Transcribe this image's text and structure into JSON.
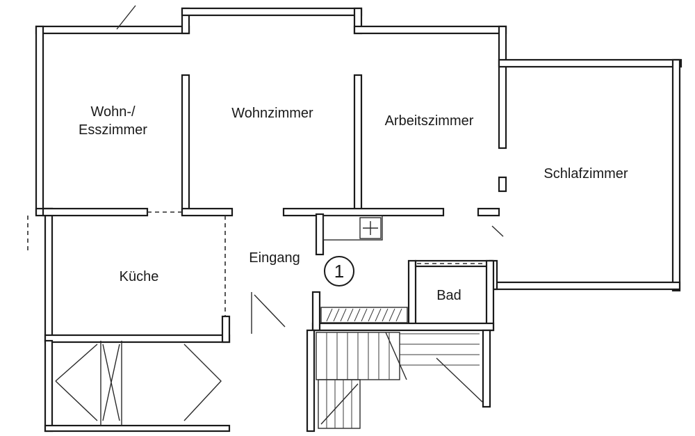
{
  "rooms": {
    "wohn_ess_line1": "Wohn-/",
    "wohn_ess_line2": "Esszimmer",
    "wohnzimmer": "Wohnzimmer",
    "arbeitszimmer": "Arbeitszimmer",
    "schlafzimmer": "Schlafzimmer",
    "kueche": "Küche",
    "eingang": "Eingang",
    "bad": "Bad"
  },
  "marker": {
    "number": "1"
  },
  "colors": {
    "ink": "#1a1a1a",
    "paper": "#ffffff"
  }
}
